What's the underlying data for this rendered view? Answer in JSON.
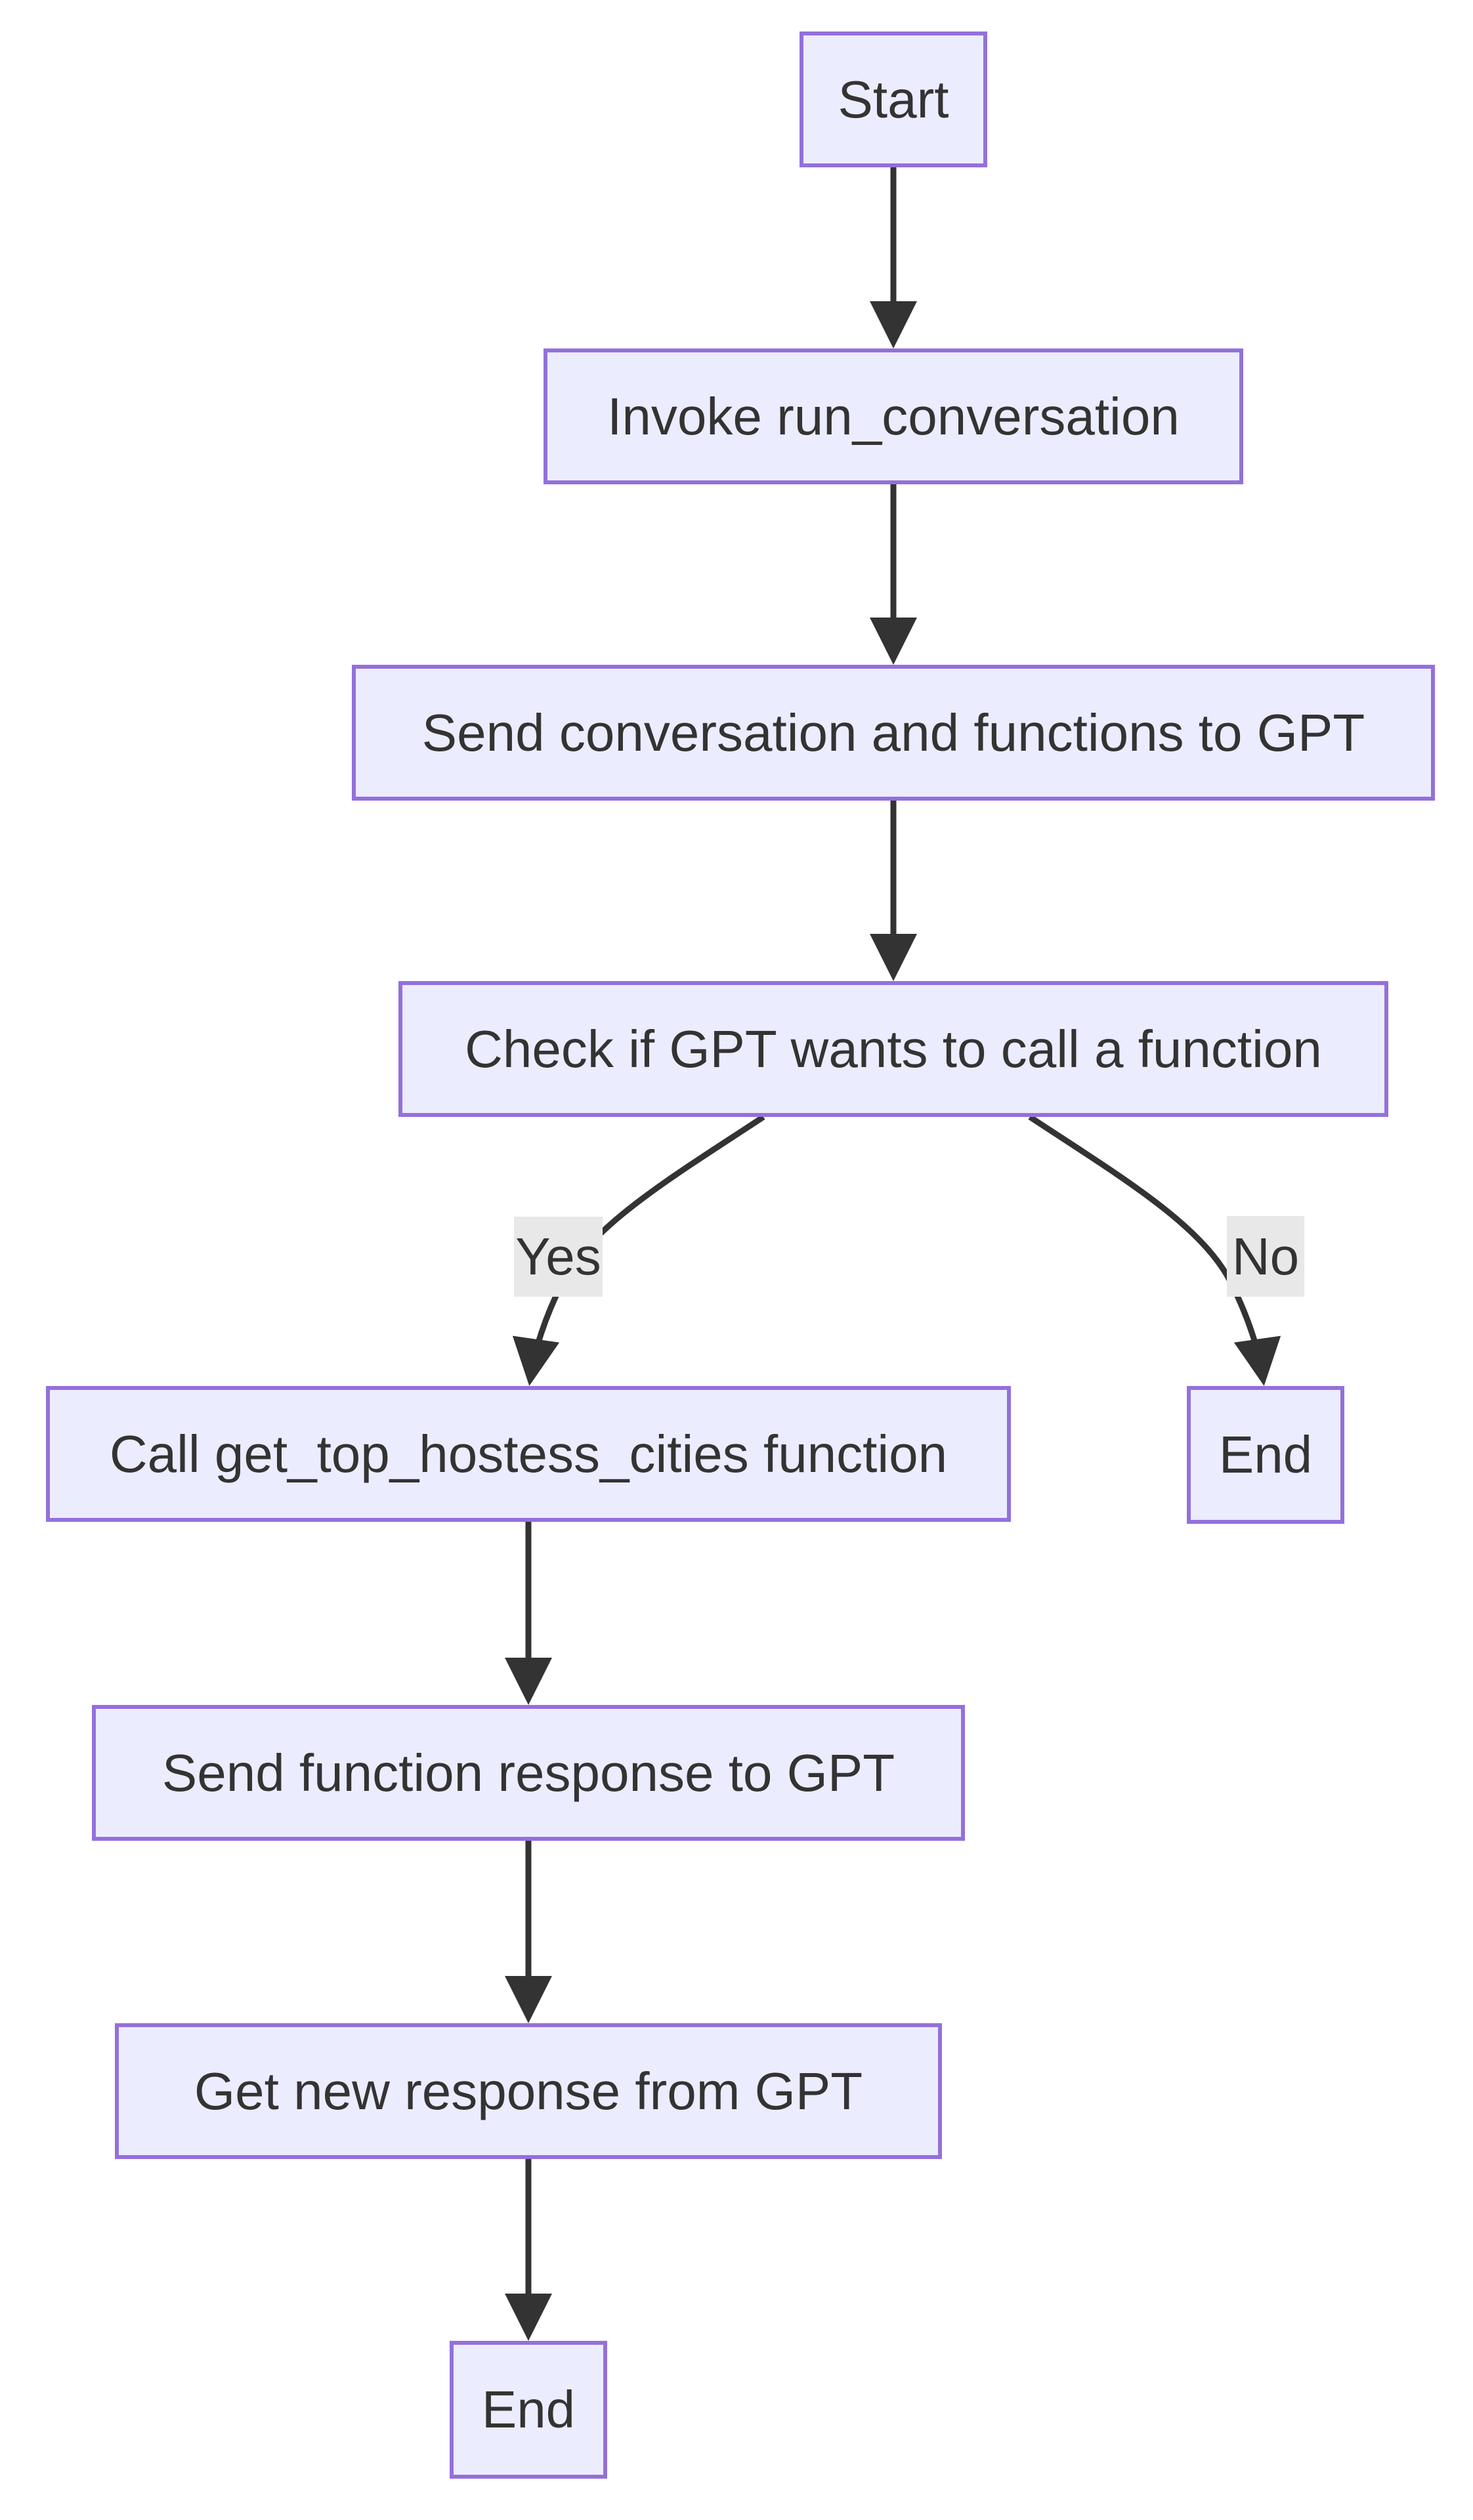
{
  "diagram": {
    "type": "flowchart",
    "direction": "top-down",
    "nodes": {
      "start": {
        "label": "Start"
      },
      "invoke": {
        "label": "Invoke run_conversation"
      },
      "send_conversation": {
        "label": "Send conversation and functions to GPT"
      },
      "check": {
        "label": "Check if GPT wants to call a function"
      },
      "call_function": {
        "label": "Call get_top_hostess_cities function"
      },
      "end_no_branch": {
        "label": "End"
      },
      "send_response": {
        "label": "Send function response to GPT"
      },
      "get_new_response": {
        "label": "Get new response from GPT"
      },
      "end_main": {
        "label": "End"
      }
    },
    "edge_labels": {
      "yes": "Yes",
      "no": "No"
    },
    "edges": [
      {
        "from": "start",
        "to": "invoke",
        "label": ""
      },
      {
        "from": "invoke",
        "to": "send_conversation",
        "label": ""
      },
      {
        "from": "send_conversation",
        "to": "check",
        "label": ""
      },
      {
        "from": "check",
        "to": "call_function",
        "label": "Yes"
      },
      {
        "from": "check",
        "to": "end_no_branch",
        "label": "No"
      },
      {
        "from": "call_function",
        "to": "send_response",
        "label": ""
      },
      {
        "from": "send_response",
        "to": "get_new_response",
        "label": ""
      },
      {
        "from": "get_new_response",
        "to": "end_main",
        "label": ""
      }
    ],
    "colors": {
      "node_fill": "#ECECFF",
      "node_border": "#9370DB",
      "text": "#333333",
      "edge": "#333333",
      "edge_label_bg": "#e8e8e8",
      "background": "#ffffff"
    }
  }
}
